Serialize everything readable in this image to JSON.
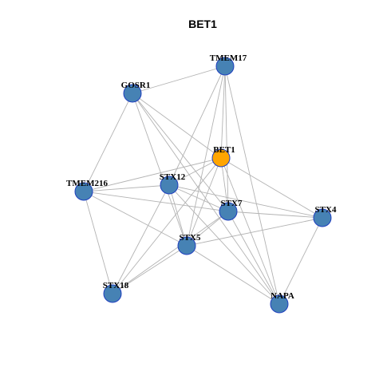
{
  "title": "BET1",
  "colors": {
    "node_fill": "#4682b4",
    "node_stroke": "#1f3fbf",
    "center_fill": "#ffa500",
    "center_stroke": "#1f3fbf",
    "edge": "#b3b3b3"
  },
  "nodes": [
    {
      "id": "TMEM17",
      "label": "TMEM17",
      "center": false
    },
    {
      "id": "GOSR1",
      "label": "GOSR1",
      "center": false
    },
    {
      "id": "BET1",
      "label": "BET1",
      "center": true
    },
    {
      "id": "TMEM216",
      "label": "TMEM216",
      "center": false
    },
    {
      "id": "STX12",
      "label": "STX12",
      "center": false
    },
    {
      "id": "STX7",
      "label": "STX7",
      "center": false
    },
    {
      "id": "STX4",
      "label": "STX4",
      "center": false
    },
    {
      "id": "STX5",
      "label": "STX5",
      "center": false
    },
    {
      "id": "STX18",
      "label": "STX18",
      "center": false
    },
    {
      "id": "NAPA",
      "label": "NAPA",
      "center": false
    }
  ],
  "edges": [
    [
      "TMEM17",
      "GOSR1"
    ],
    [
      "TMEM17",
      "BET1"
    ],
    [
      "TMEM17",
      "STX12"
    ],
    [
      "TMEM17",
      "STX7"
    ],
    [
      "TMEM17",
      "STX5"
    ],
    [
      "TMEM17",
      "NAPA"
    ],
    [
      "GOSR1",
      "BET1"
    ],
    [
      "GOSR1",
      "TMEM216"
    ],
    [
      "GOSR1",
      "STX7"
    ],
    [
      "GOSR1",
      "STX5"
    ],
    [
      "GOSR1",
      "NAPA"
    ],
    [
      "BET1",
      "TMEM216"
    ],
    [
      "BET1",
      "STX12"
    ],
    [
      "BET1",
      "STX7"
    ],
    [
      "BET1",
      "STX4"
    ],
    [
      "BET1",
      "STX5"
    ],
    [
      "BET1",
      "STX18"
    ],
    [
      "BET1",
      "NAPA"
    ],
    [
      "TMEM216",
      "STX12"
    ],
    [
      "TMEM216",
      "STX7"
    ],
    [
      "TMEM216",
      "STX5"
    ],
    [
      "TMEM216",
      "STX18"
    ],
    [
      "STX12",
      "STX7"
    ],
    [
      "STX12",
      "STX4"
    ],
    [
      "STX12",
      "STX5"
    ],
    [
      "STX12",
      "STX18"
    ],
    [
      "STX12",
      "NAPA"
    ],
    [
      "STX7",
      "STX4"
    ],
    [
      "STX7",
      "STX5"
    ],
    [
      "STX7",
      "STX18"
    ],
    [
      "STX7",
      "NAPA"
    ],
    [
      "STX4",
      "STX5"
    ],
    [
      "STX4",
      "NAPA"
    ],
    [
      "STX5",
      "STX18"
    ],
    [
      "STX5",
      "NAPA"
    ]
  ]
}
